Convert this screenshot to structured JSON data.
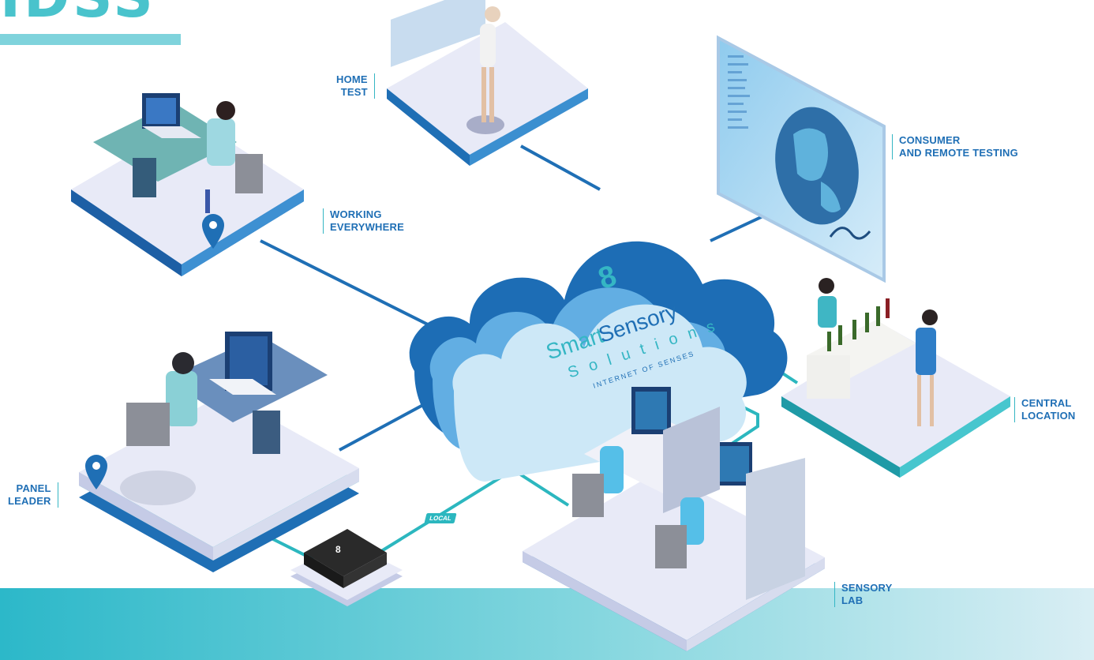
{
  "heading_fragment": "IDSS",
  "brand": {
    "name_part1": "Smart",
    "name_part2": "Sensory",
    "sub": "Solutions",
    "tagline": "INTERNET OF SENSES",
    "mark": "8"
  },
  "labels": {
    "home_test": [
      "HOME",
      "TEST"
    ],
    "consumer": [
      "CONSUMER",
      "AND REMOTE TESTING"
    ],
    "working": [
      "WORKING",
      "EVERYWHERE"
    ],
    "central": [
      "CENTRAL",
      "LOCATION"
    ],
    "panel": [
      "PANEL",
      "LEADER"
    ],
    "sensory_lab": [
      "SENSORY",
      "LAB"
    ],
    "local": "LOCAL"
  },
  "colors": {
    "navy": "#1f6fb5",
    "cloud_dark": "#1d6db5",
    "cloud_mid": "#5aa6dc",
    "cloud_light": "#cde8f7",
    "teal": "#2cb7bf",
    "platform_top": "#e6e9f6",
    "platform_side": "#c5cbe6"
  }
}
